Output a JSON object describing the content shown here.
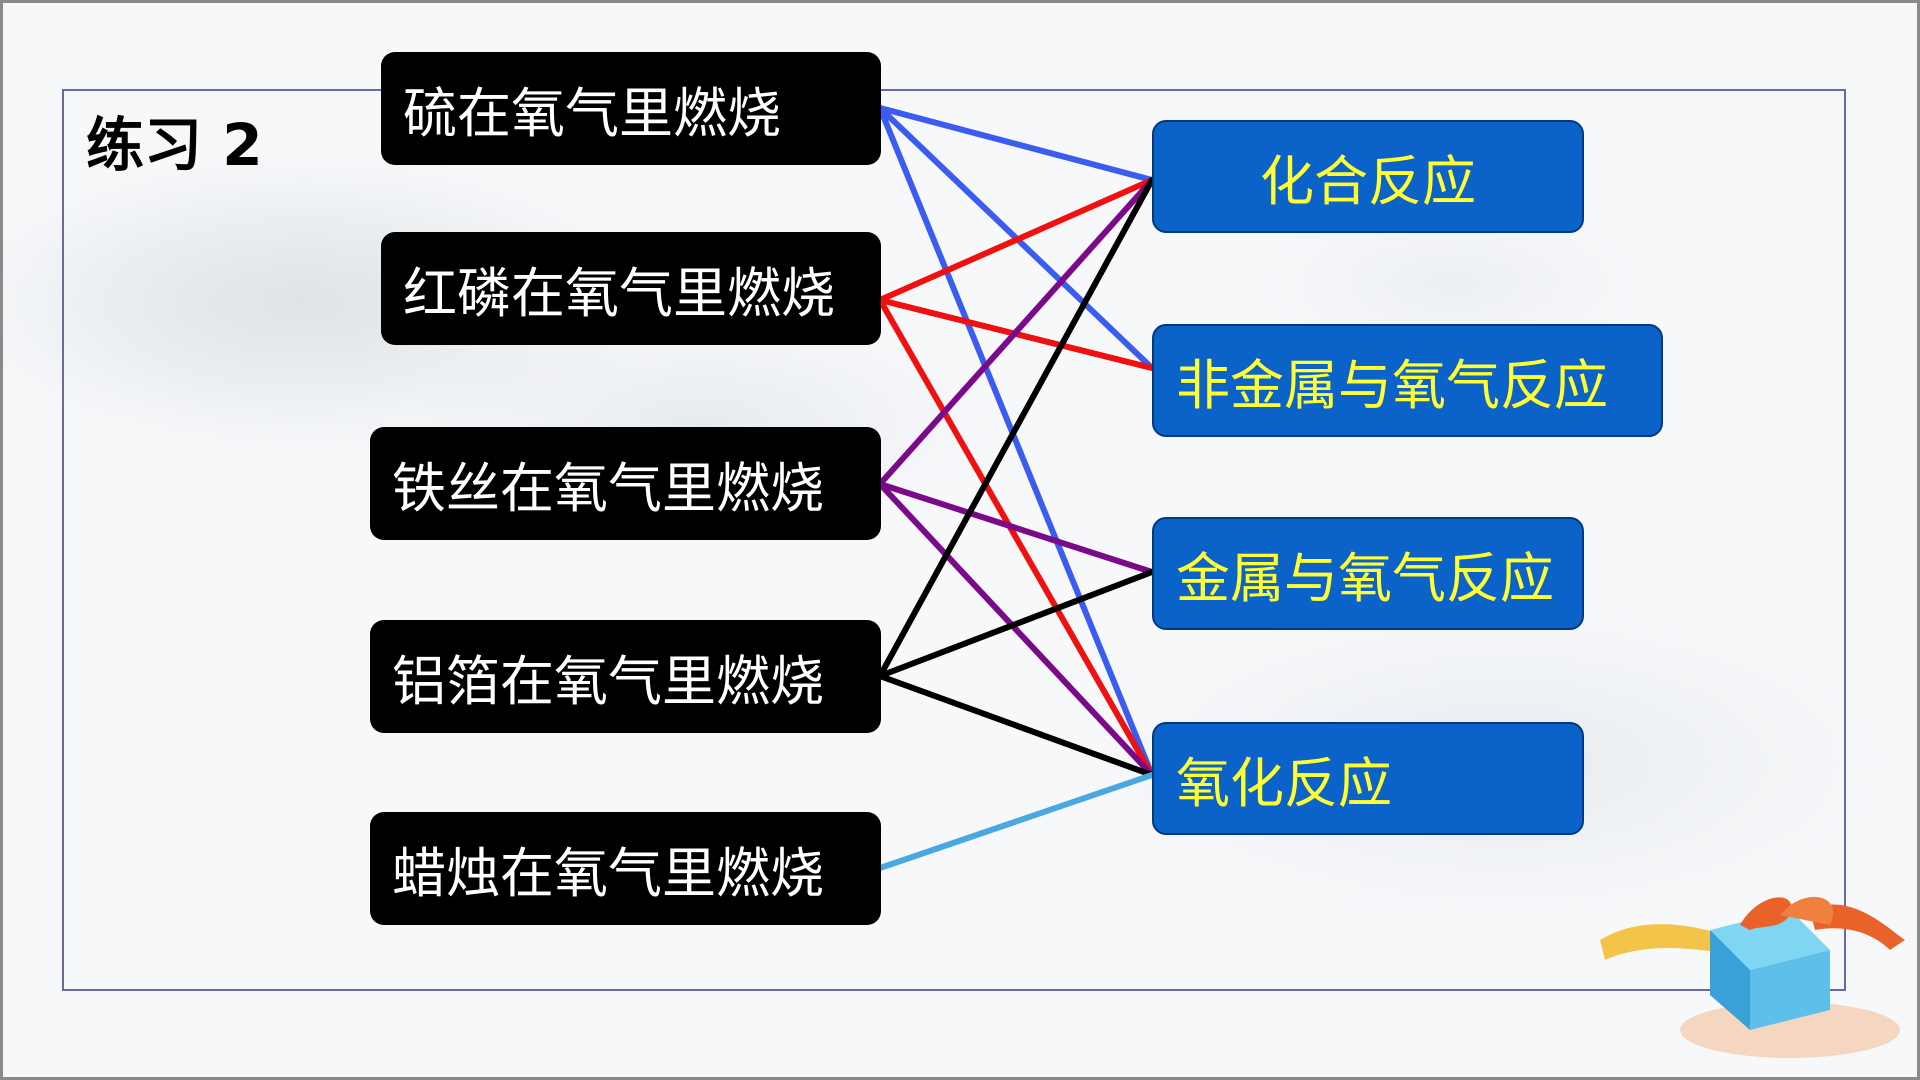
{
  "title": "练习 2",
  "left_items": [
    {
      "label": "硫在氧气里燃烧"
    },
    {
      "label": "红磷在氧气里燃烧"
    },
    {
      "label": "铁丝在氧气里燃烧"
    },
    {
      "label": "铝箔在氧气里燃烧"
    },
    {
      "label": "蜡烛在氧气里燃烧"
    }
  ],
  "right_items": [
    {
      "label": "化合反应"
    },
    {
      "label": "非金属与氧气反应"
    },
    {
      "label": "金属与氧气反应"
    },
    {
      "label": "氧化反应"
    }
  ],
  "connections": [
    {
      "from": 0,
      "to": 0,
      "color": "#3a5cf0"
    },
    {
      "from": 0,
      "to": 1,
      "color": "#3a5cf0"
    },
    {
      "from": 0,
      "to": 3,
      "color": "#3a5cf0"
    },
    {
      "from": 1,
      "to": 0,
      "color": "#f01010"
    },
    {
      "from": 1,
      "to": 1,
      "color": "#f01010"
    },
    {
      "from": 1,
      "to": 3,
      "color": "#f01010"
    },
    {
      "from": 2,
      "to": 0,
      "color": "#7a0a8a"
    },
    {
      "from": 2,
      "to": 2,
      "color": "#7a0a8a"
    },
    {
      "from": 2,
      "to": 3,
      "color": "#7a0a8a"
    },
    {
      "from": 3,
      "to": 0,
      "color": "#000000"
    },
    {
      "from": 3,
      "to": 2,
      "color": "#000000"
    },
    {
      "from": 3,
      "to": 3,
      "color": "#000000"
    },
    {
      "from": 4,
      "to": 3,
      "color": "#4aa8e0"
    }
  ]
}
